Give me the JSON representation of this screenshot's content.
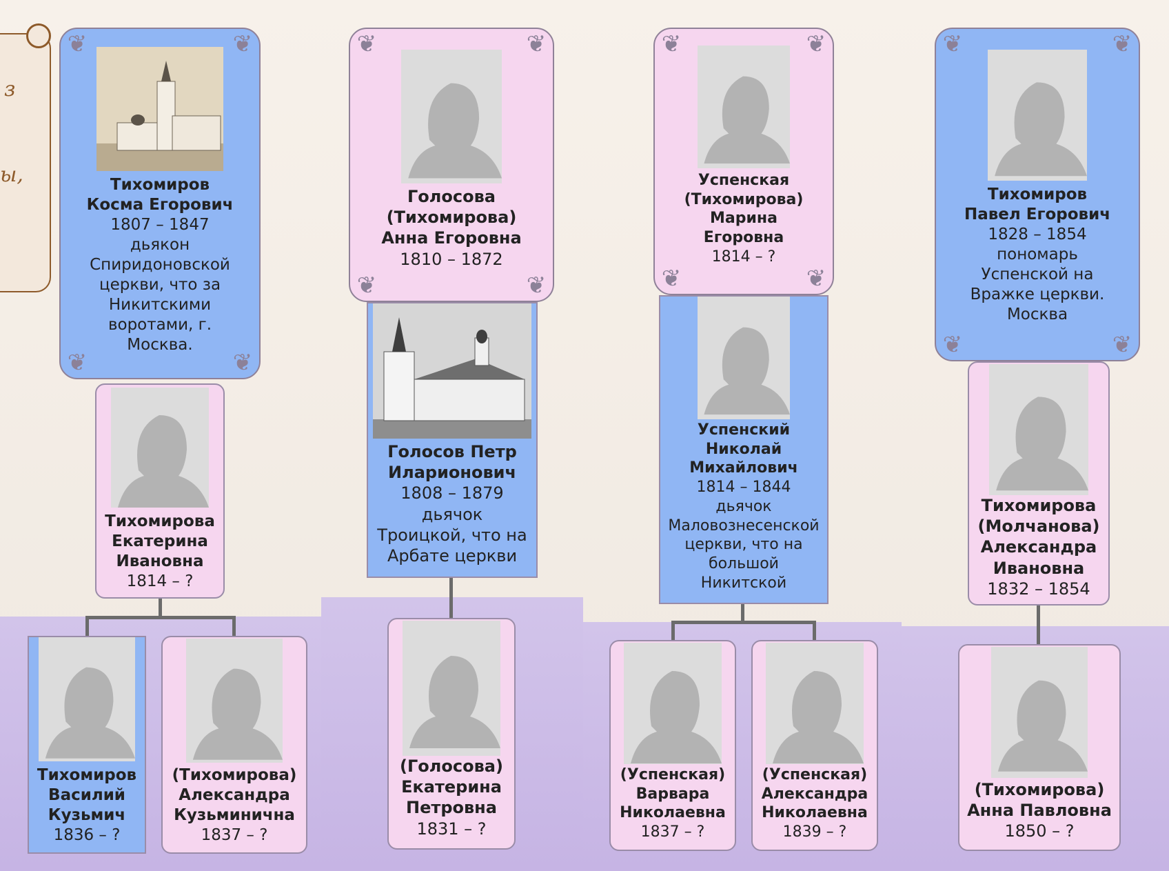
{
  "note": {
    "lines": [
      "з",
      "ы,"
    ]
  },
  "columns": [
    {
      "parent": {
        "surname": "Тихомиров",
        "given": "Косма Егорович",
        "years": "1807 – 1847",
        "details": [
          "дьякон",
          "Спиридоновской",
          "церкви, что за",
          "Никитскими",
          "воротами, г.",
          "Москва."
        ]
      },
      "spouse": {
        "surname": "Тихомирова",
        "given1": "Екатерина",
        "given2": "Ивановна",
        "years": "1814 – ?"
      },
      "children": [
        {
          "l1": "Тихомиров",
          "l2": "Василий",
          "l3": "Кузьмич",
          "years": "1836 – ?"
        },
        {
          "l1": "(Тихомирова)",
          "l2": "Александра",
          "l3": "Кузьминична",
          "years": "1837 – ?"
        }
      ]
    },
    {
      "parent": {
        "l1": "Голосова",
        "l2": "(Тихомирова)",
        "l3": "Анна Егоровна",
        "years": "1810 – 1872"
      },
      "spouse": {
        "l1": "Голосов Петр",
        "l2": "Иларионович",
        "years": "1808 – 1879",
        "details": [
          "дьячок",
          "Троицкой, что на",
          "Арбате церкви"
        ]
      },
      "children": [
        {
          "l1": "(Голосова)",
          "l2": "Екатерина",
          "l3": "Петровна",
          "years": "1831 – ?"
        }
      ]
    },
    {
      "parent": {
        "l1": "Успенская",
        "l2": "(Тихомирова)",
        "l3": "Марина",
        "l4": "Егоровна",
        "years": "1814 – ?"
      },
      "spouse": {
        "l1": "Успенский",
        "l2": "Николай",
        "l3": "Михайлович",
        "years": "1814 – 1844",
        "details": [
          "дьячок",
          "Маловознесенской",
          "церкви, что на",
          "большой",
          "Никитской"
        ]
      },
      "children": [
        {
          "l1": "(Успенская)",
          "l2": "Варвара",
          "l3": "Николаевна",
          "years": "1837 – ?"
        },
        {
          "l1": "(Успенская)",
          "l2": "Александра",
          "l3": "Николаевна",
          "years": "1839 – ?"
        }
      ]
    },
    {
      "parent": {
        "l1": "Тихомиров",
        "l2": "Павел Егорович",
        "years": "1828 – 1854",
        "details": [
          "пономарь",
          "Успенской на",
          "Вражке церкви.",
          "Москва"
        ]
      },
      "spouse": {
        "l1": "Тихомирова",
        "l2": "(Молчанова)",
        "l3": "Александра",
        "l4": "Ивановна",
        "years": "1832 – 1854"
      },
      "children": [
        {
          "l1": "(Тихомирова)",
          "l2": "Анна Павловна",
          "years": "1850 – ?"
        }
      ]
    }
  ],
  "colors": {
    "male": "#90b6f4",
    "female": "#f6d6ef",
    "band": "#c9b8e6",
    "connector": "#6b6b6b"
  }
}
